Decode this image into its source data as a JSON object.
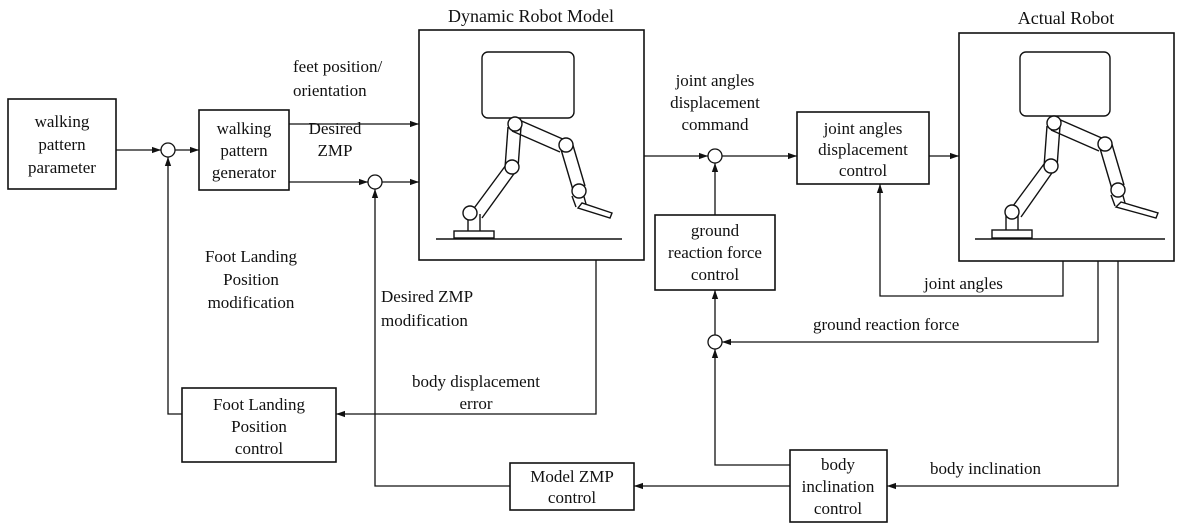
{
  "titles": {
    "dynamic_model": "Dynamic Robot Model",
    "actual_robot": "Actual Robot"
  },
  "blocks": {
    "walking_pattern_parameter": [
      "walking",
      "pattern",
      "parameter"
    ],
    "walking_pattern_generator": [
      "walking",
      "pattern",
      "generator"
    ],
    "joint_angles_displacement_control": [
      "joint angles",
      "displacement",
      "control"
    ],
    "ground_reaction_force_control": [
      "ground",
      "reaction force",
      "control"
    ],
    "foot_landing_position_control": [
      "Foot Landing",
      "Position",
      "control"
    ],
    "model_zmp_control": [
      "Model ZMP",
      "control"
    ],
    "body_inclination_control": [
      "body",
      "inclination",
      "control"
    ]
  },
  "signals": {
    "feet_position_orientation": [
      "feet position/",
      "orientation"
    ],
    "desired_zmp": [
      "Desired",
      "ZMP"
    ],
    "joint_angles_displacement_command": [
      "joint angles",
      "displacement",
      "command"
    ],
    "foot_landing_position_modification": [
      "Foot Landing",
      "Position",
      "modification"
    ],
    "desired_zmp_modification": [
      "Desired ZMP",
      "modification"
    ],
    "body_displacement_error": [
      "body displacement",
      "error"
    ],
    "joint_angles": "joint angles",
    "ground_reaction_force": "ground reaction force",
    "body_inclination": "body inclination"
  }
}
